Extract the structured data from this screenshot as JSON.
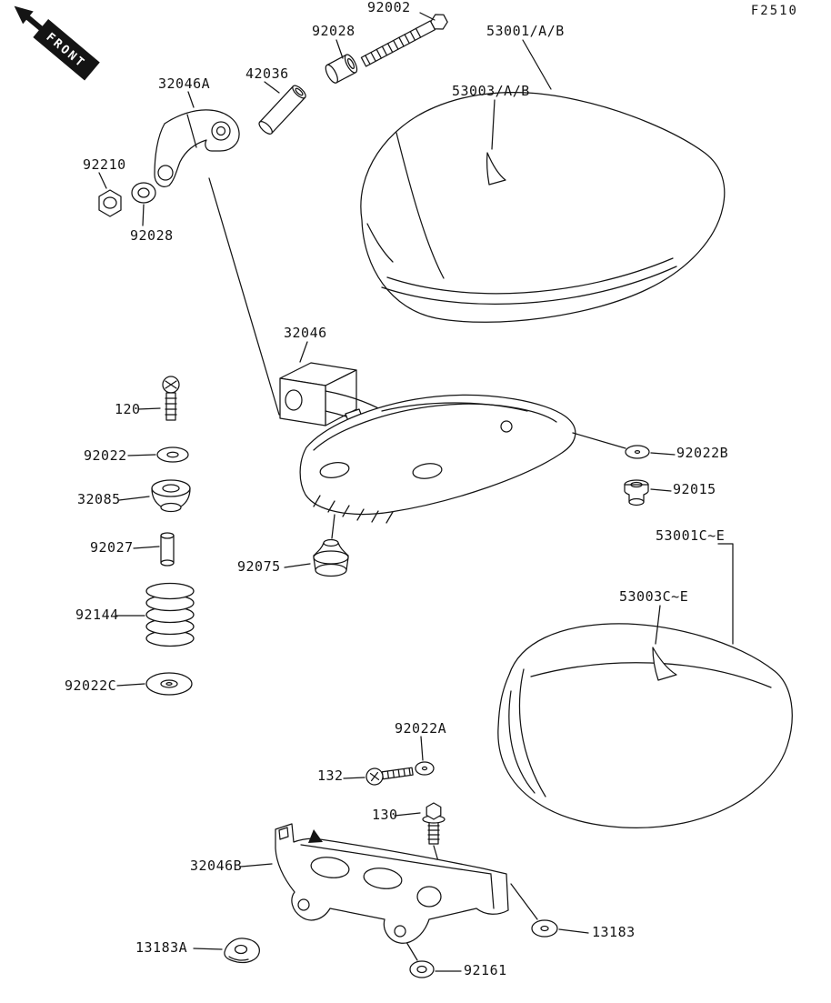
{
  "labels": {
    "sheet_code": "F2510",
    "front": "FRONT",
    "bolt_92002": "92002",
    "collar_92028": "92028",
    "seat_front": "53001/A/B",
    "seat_cover_front": "53003/A/B",
    "pipe_42036": "42036",
    "bracket_32046a": "32046A",
    "nut_92210": "92210",
    "washer_92028": "92028",
    "bracket_32046": "32046",
    "screw_120": "120",
    "washer_92022": "92022",
    "grommet_32085": "32085",
    "collar_92027": "92027",
    "damper_92075": "92075",
    "spring_92144": "92144",
    "washer_92022c": "92022C",
    "washer_92022b": "92022B",
    "grommet_92015": "92015",
    "seat_rear": "53001C~E",
    "seat_cover_rear": "53003C~E",
    "washer_92022a": "92022A",
    "screw_132": "132",
    "bolt_130": "130",
    "bracket_32046b": "32046B",
    "clamp_13183a": "13183A",
    "washer_92161": "92161",
    "washer_13183": "13183"
  }
}
